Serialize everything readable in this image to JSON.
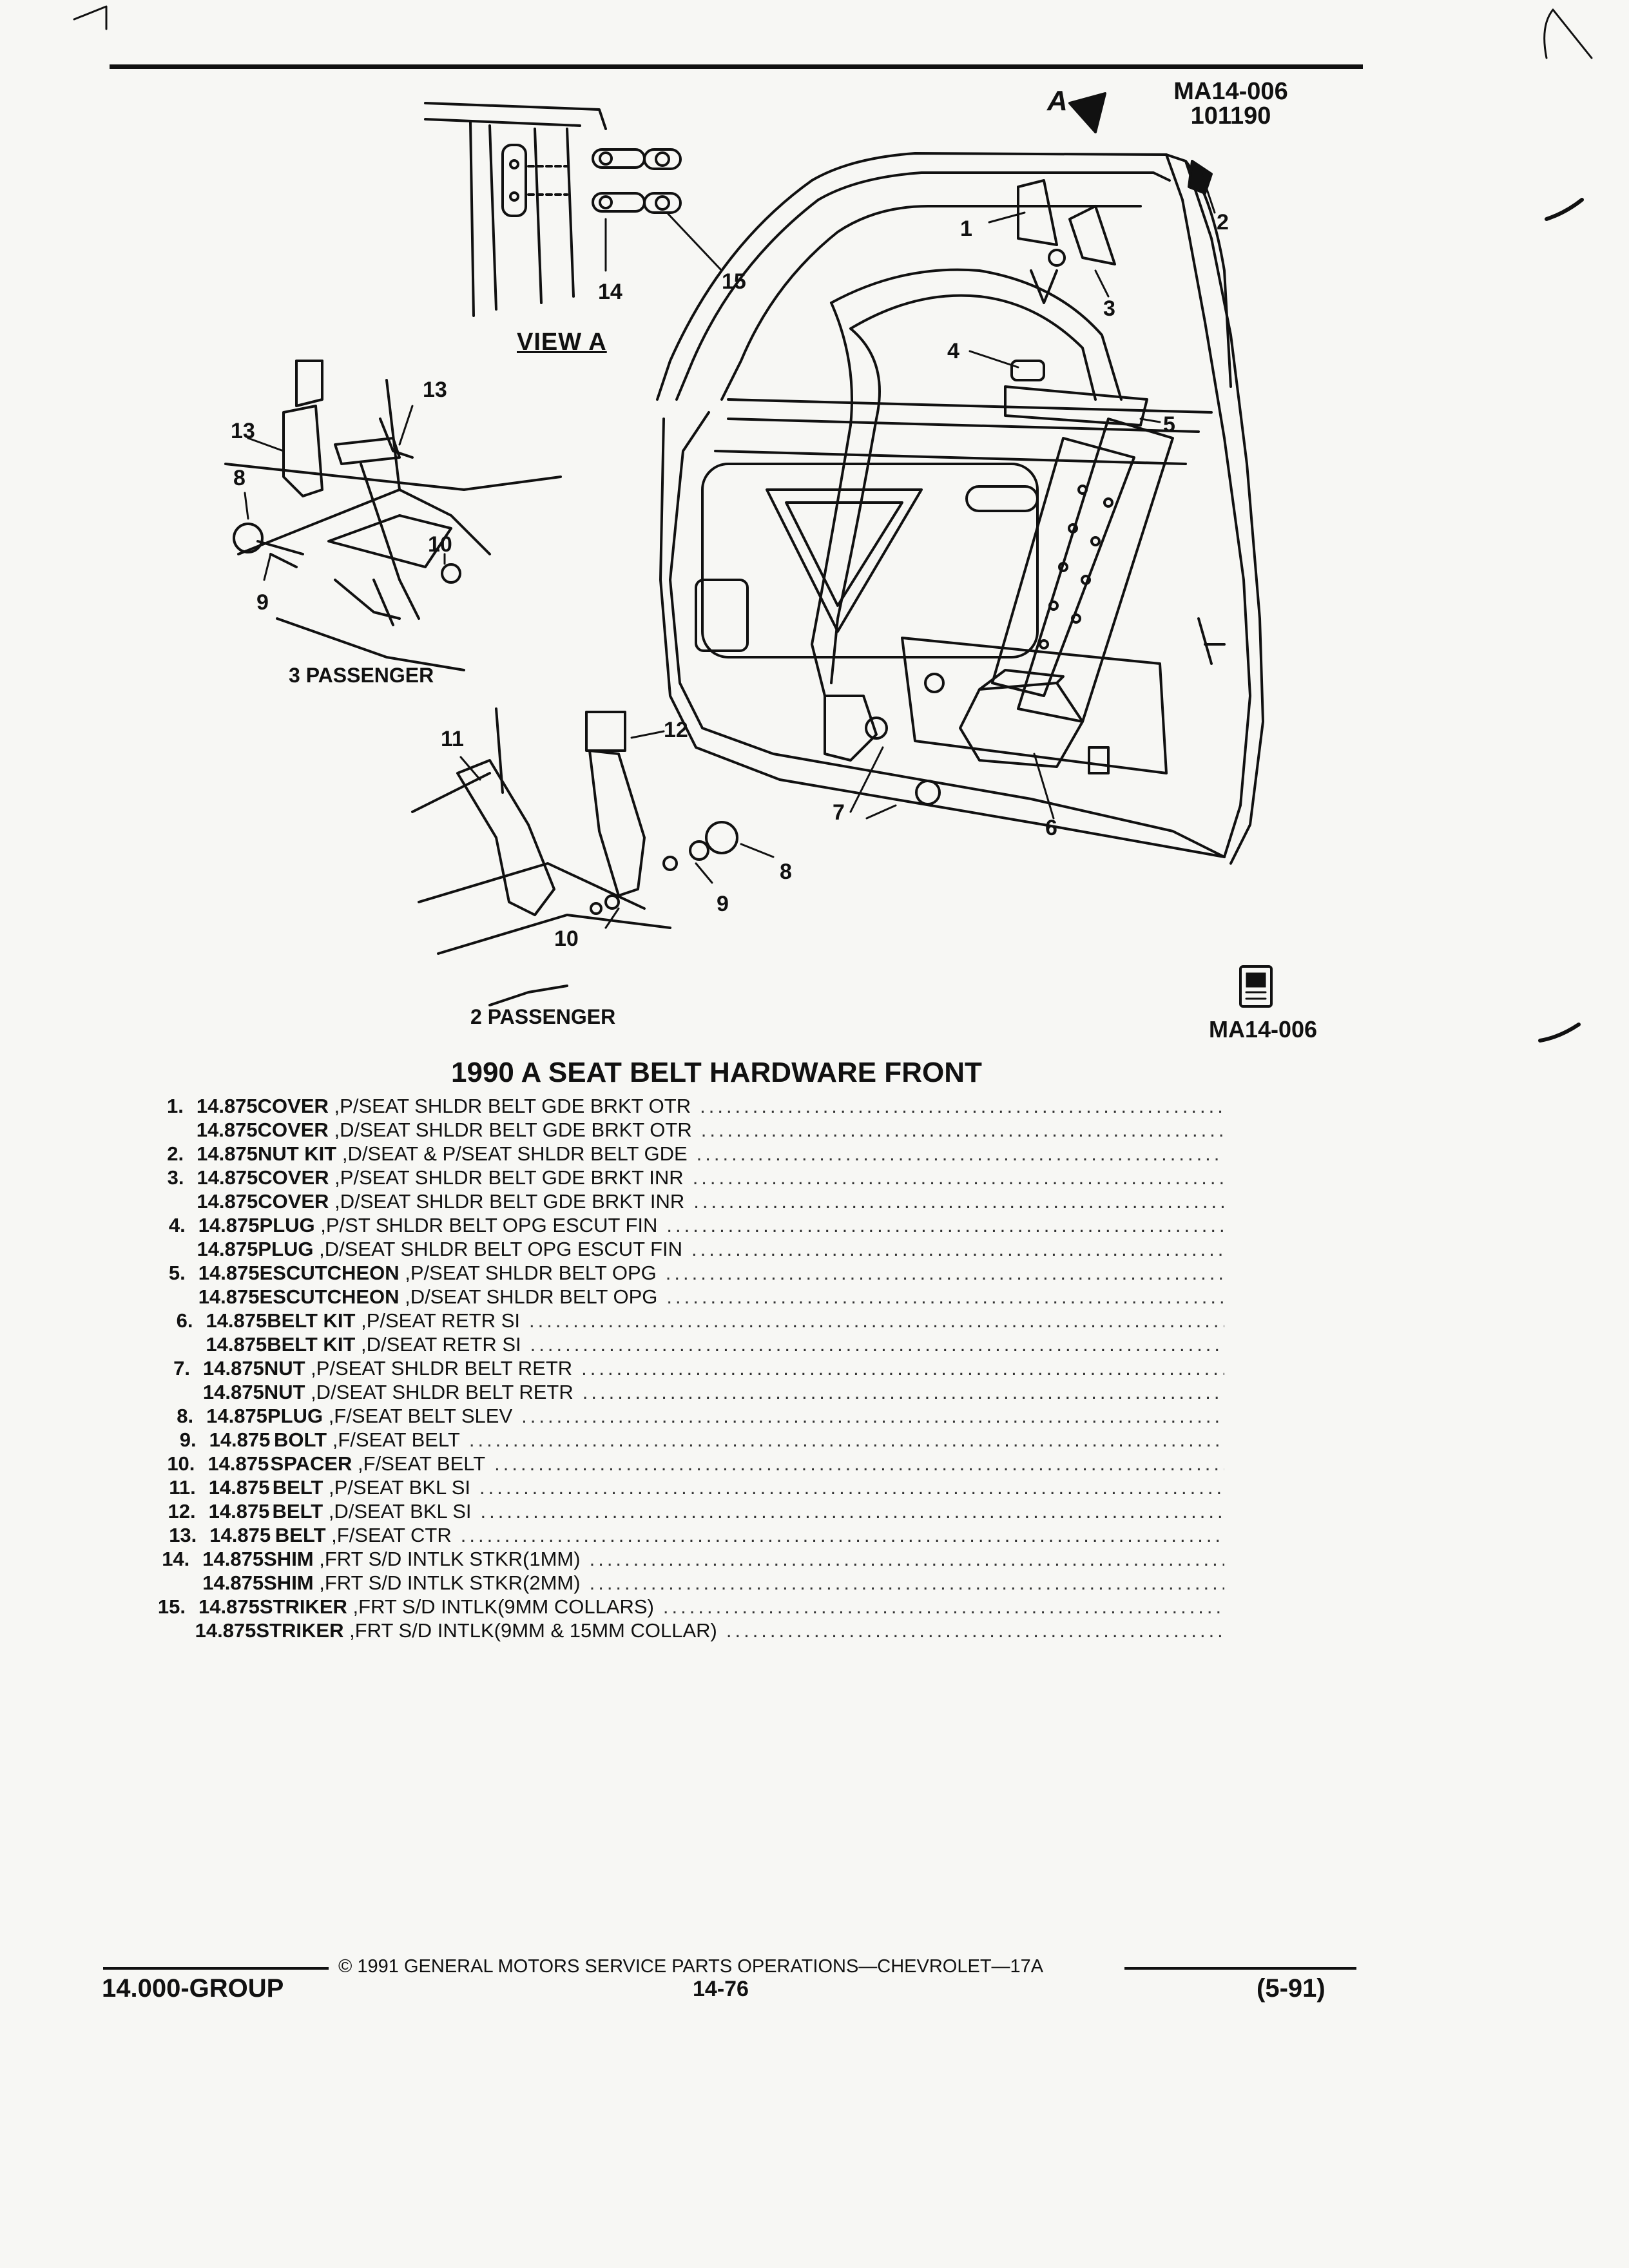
{
  "header": {
    "illustration_code": "MA14-006",
    "date_code": "101190",
    "view_marker": "A"
  },
  "illustration": {
    "view_label": "VIEW A",
    "three_passenger_label": "3 PASSENGER",
    "two_passenger_label": "2 PASSENGER",
    "bottom_code": "MA14-006",
    "callouts": [
      "1",
      "2",
      "3",
      "4",
      "5",
      "6",
      "7",
      "8",
      "9",
      "10",
      "11",
      "12",
      "13",
      "14",
      "15"
    ]
  },
  "title": "1990 A SEAT BELT HARDWARE FRONT",
  "parts": [
    {
      "num": "1.",
      "group": "14.875",
      "name": "COVER",
      "spec": ",P/SEAT SHLDR BELT GDE BRKT OTR"
    },
    {
      "num": "",
      "group": "14.875",
      "name": "COVER",
      "spec": ",D/SEAT SHLDR BELT GDE BRKT OTR"
    },
    {
      "num": "2.",
      "group": "14.875",
      "name": "NUT KIT",
      "spec": ",D/SEAT & P/SEAT SHLDR BELT GDE"
    },
    {
      "num": "3.",
      "group": "14.875",
      "name": "COVER",
      "spec": ",P/SEAT SHLDR BELT GDE BRKT INR"
    },
    {
      "num": "",
      "group": "14.875",
      "name": "COVER",
      "spec": ",D/SEAT SHLDR BELT GDE BRKT INR"
    },
    {
      "num": "4.",
      "group": "14.875",
      "name": "PLUG",
      "spec": ",P/ST SHLDR BELT OPG ESCUT FIN"
    },
    {
      "num": "",
      "group": "14.875",
      "name": "PLUG",
      "spec": ",D/SEAT SHLDR BELT OPG ESCUT FIN"
    },
    {
      "num": "5.",
      "group": "14.875",
      "name": "ESCUTCHEON",
      "spec": ",P/SEAT SHLDR BELT OPG"
    },
    {
      "num": "",
      "group": "14.875",
      "name": "ESCUTCHEON",
      "spec": ",D/SEAT SHLDR BELT OPG"
    },
    {
      "num": "6.",
      "group": "14.875",
      "name": "BELT KIT",
      "spec": ",P/SEAT RETR SI"
    },
    {
      "num": "",
      "group": "14.875",
      "name": "BELT KIT",
      "spec": ",D/SEAT RETR SI"
    },
    {
      "num": "7.",
      "group": "14.875",
      "name": "NUT",
      "spec": ",P/SEAT SHLDR BELT RETR"
    },
    {
      "num": "",
      "group": "14.875",
      "name": "NUT",
      "spec": ",D/SEAT SHLDR BELT RETR"
    },
    {
      "num": "8.",
      "group": "14.875",
      "name": "PLUG",
      "spec": ",F/SEAT BELT SLEV"
    },
    {
      "num": "9.",
      "group": "14.875",
      "name": "BOLT",
      "spec": ",F/SEAT BELT"
    },
    {
      "num": "10.",
      "group": "14.875",
      "name": "SPACER",
      "spec": ",F/SEAT BELT"
    },
    {
      "num": "11.",
      "group": "14.875",
      "name": "BELT",
      "spec": ",P/SEAT BKL SI"
    },
    {
      "num": "12.",
      "group": "14.875",
      "name": "BELT",
      "spec": ",D/SEAT BKL SI"
    },
    {
      "num": "13.",
      "group": "14.875",
      "name": "BELT",
      "spec": ",F/SEAT CTR"
    },
    {
      "num": "14.",
      "group": "14.875",
      "name": "SHIM",
      "spec": ",FRT S/D INTLK STKR(1MM)"
    },
    {
      "num": "",
      "group": "14.875",
      "name": "SHIM",
      "spec": ",FRT S/D INTLK STKR(2MM)"
    },
    {
      "num": "15.",
      "group": "14.875",
      "name": "STRIKER",
      "spec": ",FRT S/D INTLK(9MM COLLARS)"
    },
    {
      "num": "",
      "group": "14.875",
      "name": "STRIKER",
      "spec": ",FRT S/D INTLK(9MM & 15MM COLLAR)"
    }
  ],
  "footer": {
    "copyright": "© 1991 GENERAL MOTORS SERVICE PARTS OPERATIONS—CHEVROLET—17A",
    "group": "14.000-GROUP",
    "page": "14-76",
    "revision": "(5-91)"
  }
}
